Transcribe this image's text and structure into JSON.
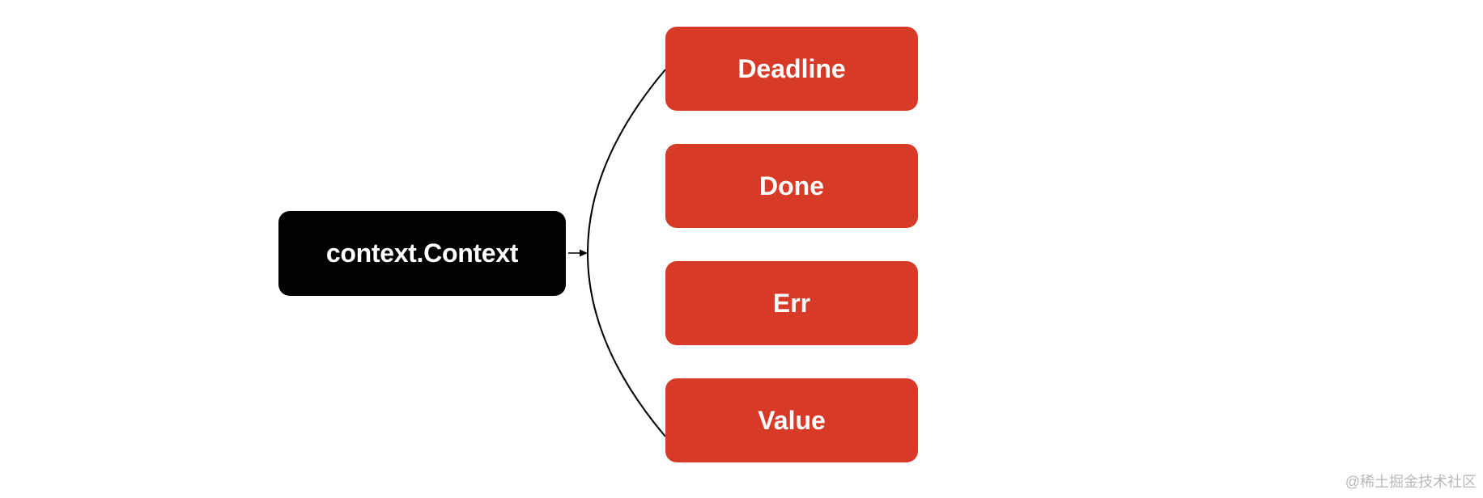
{
  "colors": {
    "root_fill": "#000000",
    "method_fill": "#d73a27",
    "line": "#000000",
    "text": "#ffffff"
  },
  "diagram": {
    "root": {
      "label": "context.Context"
    },
    "methods": [
      {
        "label": "Deadline"
      },
      {
        "label": "Done"
      },
      {
        "label": "Err"
      },
      {
        "label": "Value"
      }
    ]
  },
  "watermark": "@稀土掘金技术社区"
}
